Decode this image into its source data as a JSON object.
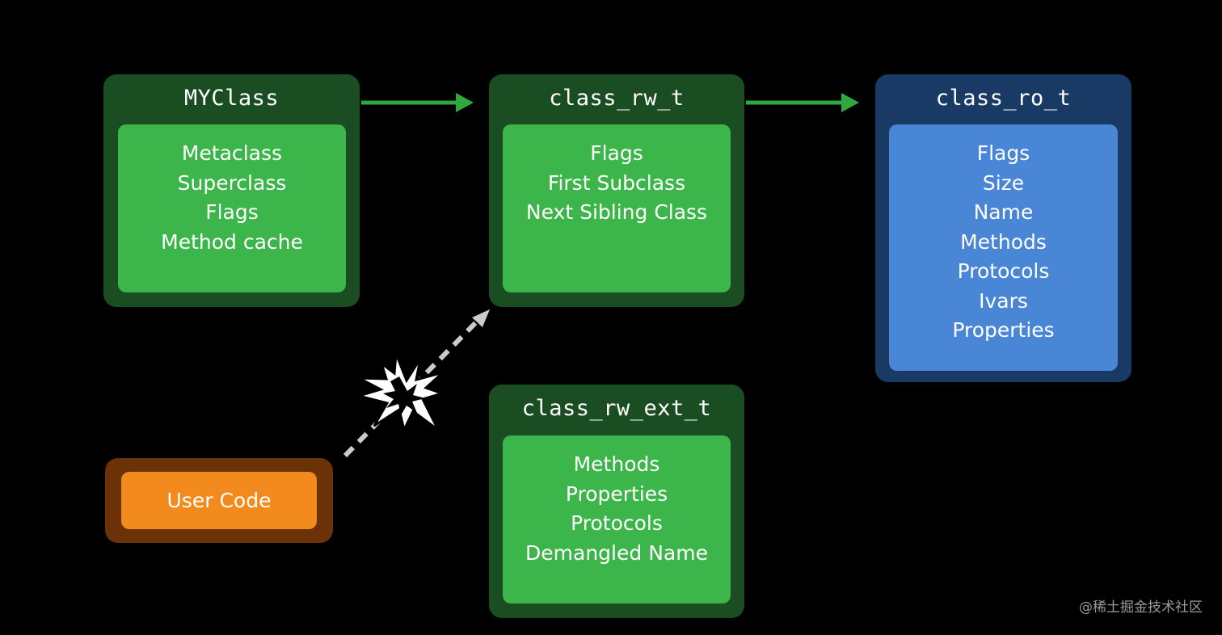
{
  "boxes": {
    "myclass": {
      "title": "MYClass",
      "fields": [
        "Metaclass",
        "Superclass",
        "Flags",
        "Method cache"
      ]
    },
    "class_rw_t": {
      "title": "class_rw_t",
      "fields": [
        "Flags",
        "First Subclass",
        "Next Sibling Class"
      ]
    },
    "class_ro_t": {
      "title": "class_ro_t",
      "fields": [
        "Flags",
        "Size",
        "Name",
        "Methods",
        "Protocols",
        "Ivars",
        "Properties"
      ]
    },
    "class_rw_ext_t": {
      "title": "class_rw_ext_t",
      "fields": [
        "Methods",
        "Properties",
        "Protocols",
        "Demangled Name"
      ]
    },
    "user_code": {
      "label": "User Code"
    }
  },
  "colors": {
    "green_outer": "#1b4d23",
    "green_inner": "#3cb54a",
    "blue_outer": "#1a3a66",
    "blue_inner": "#4a86d6",
    "orange_outer": "#6b3208",
    "orange_inner": "#f28a1d",
    "arrow_green": "#2fa83e",
    "dashed_arrow": "#c8ccd0"
  },
  "icons": {
    "crash": "explosion-burst-icon"
  },
  "watermark": "@稀土掘金技术社区"
}
